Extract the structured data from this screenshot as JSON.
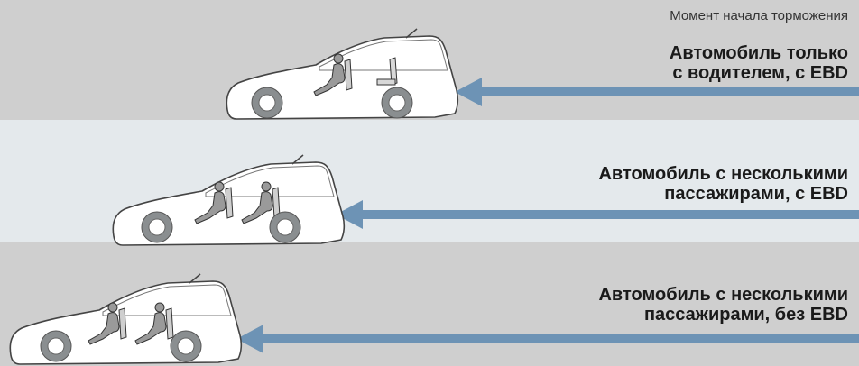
{
  "colors": {
    "band_dark": "#cfcfcf",
    "band_light": "#e4e9ec",
    "arrow": "#6d93b5",
    "car_outline": "#444444",
    "wheel": "#8a8e90"
  },
  "header": {
    "braking_start_label": "Момент начала торможения"
  },
  "rows": [
    {
      "label_line1": "Автомобиль только",
      "label_line2": "с водителем, с EBD",
      "occupants": "driver-only"
    },
    {
      "label_line1": "Автомобиль с несколькими",
      "label_line2": "пассажирами, с EBD",
      "occupants": "driver-and-passenger"
    },
    {
      "label_line1": "Автомобиль с несколькими",
      "label_line2": "пассажирами, без EBD",
      "occupants": "driver-and-passenger"
    }
  ]
}
